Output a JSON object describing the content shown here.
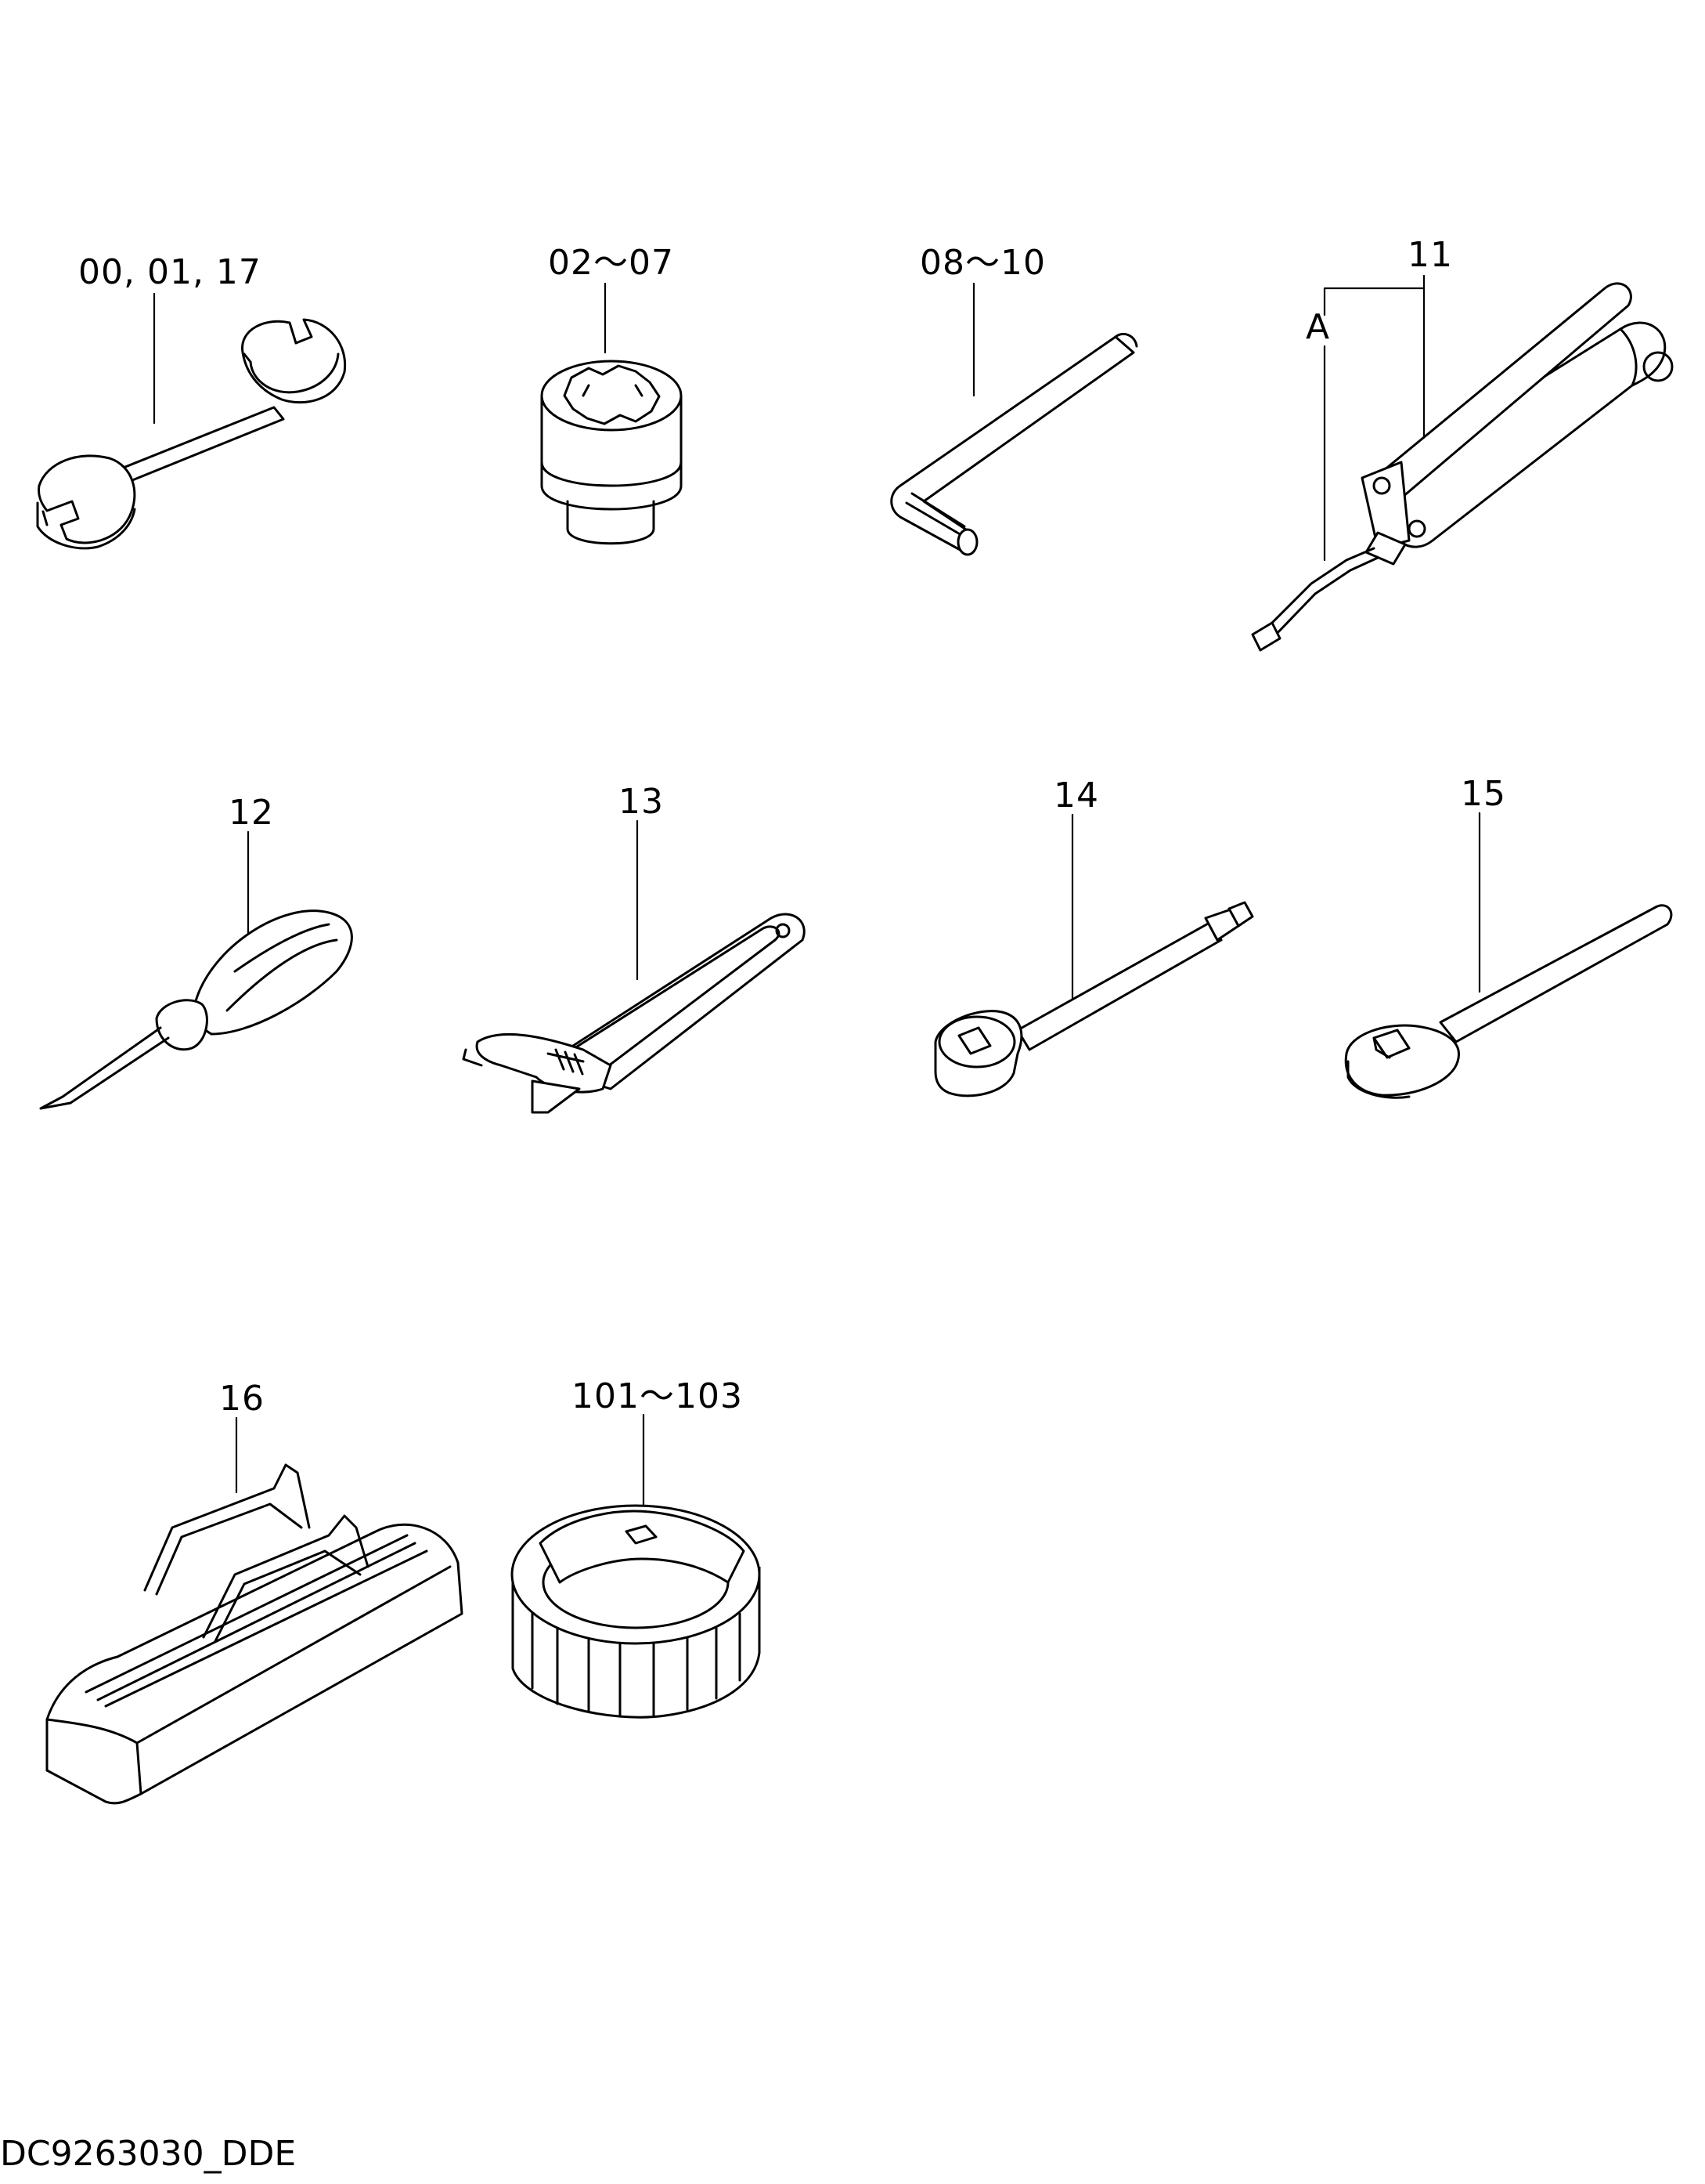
{
  "diagram": {
    "callouts": [
      {
        "id": "wrench",
        "label": "00, 01, 17"
      },
      {
        "id": "socket",
        "label": "02～07"
      },
      {
        "id": "hex-key",
        "label": "08～10"
      },
      {
        "id": "grease-gun",
        "label": "11"
      },
      {
        "id": "grease-gun-hose",
        "label": "A"
      },
      {
        "id": "screwdriver",
        "label": "12"
      },
      {
        "id": "adjustable-wrench",
        "label": "13"
      },
      {
        "id": "extension-bar",
        "label": "14"
      },
      {
        "id": "ratchet-handle",
        "label": "15"
      },
      {
        "id": "tool-bag",
        "label": "16"
      },
      {
        "id": "filter-wrench",
        "label": "101～103"
      }
    ],
    "drawing_code": "DC9263030_DDE"
  }
}
